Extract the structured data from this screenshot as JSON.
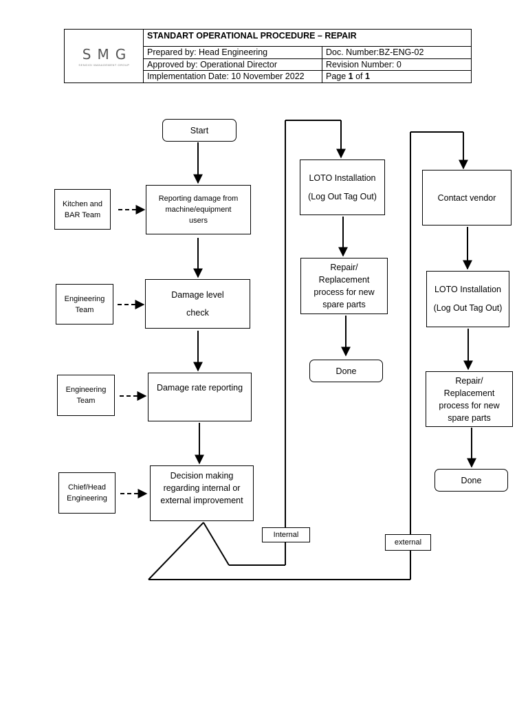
{
  "header": {
    "logo_text": "SMG",
    "logo_subtext": "SENGIGI MANAGEMENT GROUP",
    "title": "STANDART OPERATIONAL PROCEDURE – REPAIR",
    "prepared_by": "Prepared by: Head Engineering",
    "doc_number": "Doc. Number:BZ-ENG-02",
    "approved_by": "Approved by: Operational Director",
    "revision": "Revision Number: 0",
    "implementation_date": "Implementation Date: 10 November 2022",
    "page_prefix": "Page ",
    "page_current": "1",
    "page_of": " of ",
    "page_total": "1"
  },
  "flow": {
    "start": "Start",
    "step1_line1": "Reporting damage from",
    "step1_line2": "machine/equipment",
    "step1_line3": "users",
    "actor1_line1": "Kitchen and",
    "actor1_line2": "BAR Team",
    "step2_line1": "Damage level",
    "step2_line2": "check",
    "actor2_line1": "Engineering",
    "actor2_line2": "Team",
    "step3": "Damage rate reporting",
    "actor3_line1": "Engineering",
    "actor3_line2": "Team",
    "step4_line1": "Decision making",
    "step4_line2": "regarding internal or",
    "step4_line3": "external improvement",
    "actor4_line1": "Chief/Head",
    "actor4_line2": "Engineering",
    "internal_label": "Internal",
    "external_label": "external",
    "int_loto_line1": "LOTO Installation",
    "int_loto_line2": "(Log Out Tag Out)",
    "int_repair_line1": "Repair/",
    "int_repair_line2": "Replacement",
    "int_repair_line3": "process for new",
    "int_repair_line4": "spare parts",
    "int_done": "Done",
    "ext_vendor": "Contact vendor",
    "ext_loto_line1": "LOTO Installation",
    "ext_loto_line2": "(Log Out Tag Out)",
    "ext_repair_line1": "Repair/",
    "ext_repair_line2": "Replacement",
    "ext_repair_line3": "process for new",
    "ext_repair_line4": "spare parts",
    "ext_done": "Done"
  }
}
